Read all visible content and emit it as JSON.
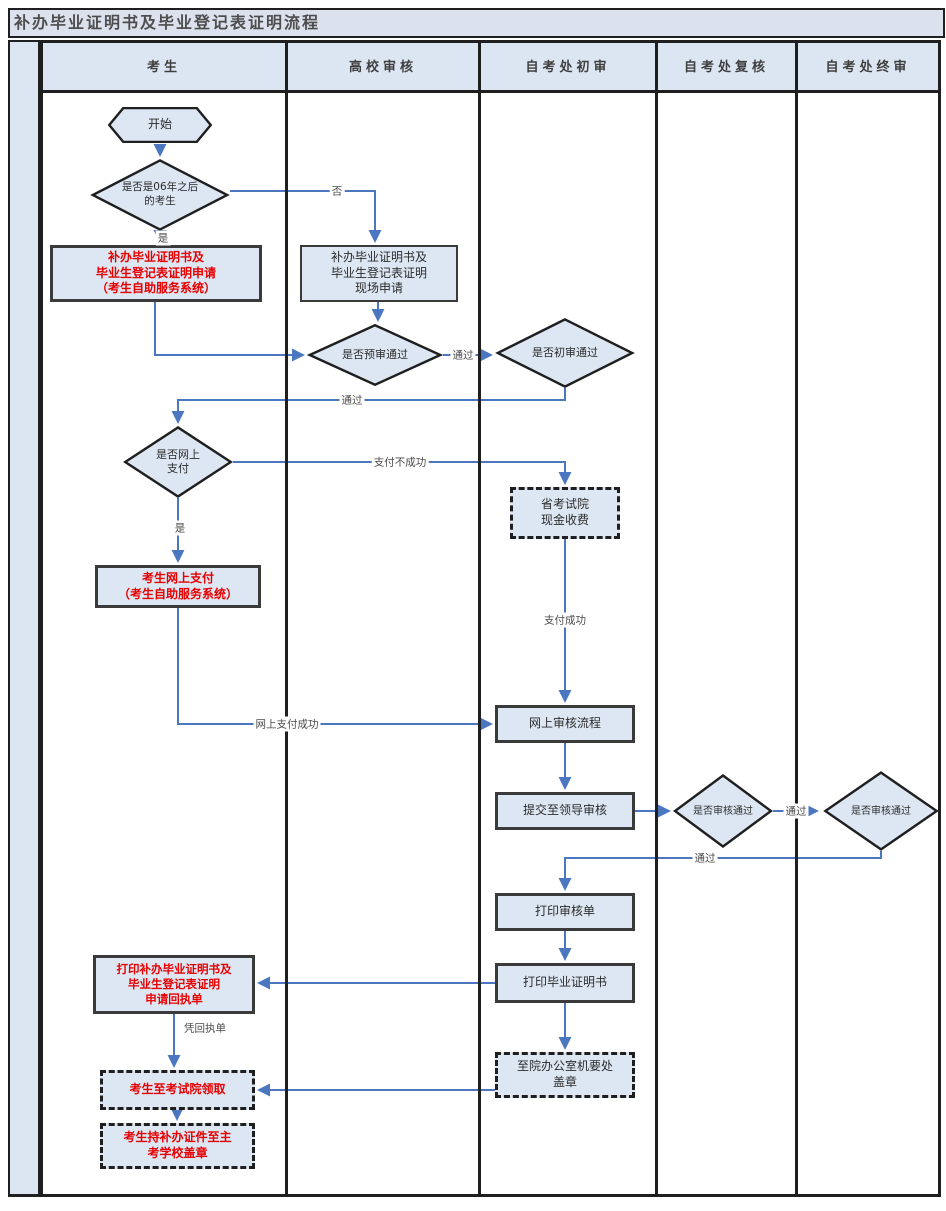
{
  "title": "补办毕业证明书及毕业登记表证明流程",
  "colors": {
    "arrow": "#4a77c0",
    "node_fill": "#dde7f3",
    "red_text": "#e60000",
    "frame": "#1f1f1f"
  },
  "lanes": [
    {
      "label": "考生"
    },
    {
      "label": "高校审核"
    },
    {
      "label": "自考处初审"
    },
    {
      "label": "自考处复核"
    },
    {
      "label": "自考处终审"
    }
  ],
  "nodes": {
    "start": {
      "label": "开始"
    },
    "d_after06": {
      "label": "是否是06年之后\n的考生"
    },
    "apply_online": {
      "label": "补办毕业证明书及\n毕业生登记表证明申请\n（考生自助服务系统）"
    },
    "apply_onsite": {
      "label": "补办毕业证明书及\n毕业生登记表证明\n现场申请"
    },
    "d_preaudit": {
      "label": "是否预审通过"
    },
    "d_firstaudit": {
      "label": "是否初审通过"
    },
    "d_onlinepay": {
      "label": "是否网上\n支付"
    },
    "cash_pay": {
      "label": "省考试院\n现金收费"
    },
    "cand_pay": {
      "label": "考生网上支付\n（考生自助服务系统）"
    },
    "web_audit": {
      "label": "网上审核流程"
    },
    "submit_lead": {
      "label": "提交至领导审核"
    },
    "d_review1": {
      "label": "是否审核通过"
    },
    "d_review2": {
      "label": "是否审核通过"
    },
    "print_audit": {
      "label": "打印审核单"
    },
    "print_cert": {
      "label": "打印毕业证明书"
    },
    "print_receipt": {
      "label": "打印补办毕业证明书及\n毕业生登记表证明\n申请回执单"
    },
    "collect": {
      "label": "考生至考试院领取"
    },
    "seal_office": {
      "label": "至院办公室机要处\n盖章"
    },
    "seal_school": {
      "label": "考生持补办证件至主\n考学校盖章"
    }
  },
  "edge_labels": {
    "no": "否",
    "yes1": "是",
    "pass1": "通过",
    "pass2": "通过",
    "pay_fail": "支付不成功",
    "yes2": "是",
    "pay_ok": "支付成功",
    "webpay_ok": "网上支付成功",
    "pass3": "通过",
    "pass4": "通过",
    "receipt": "凭回执单"
  }
}
